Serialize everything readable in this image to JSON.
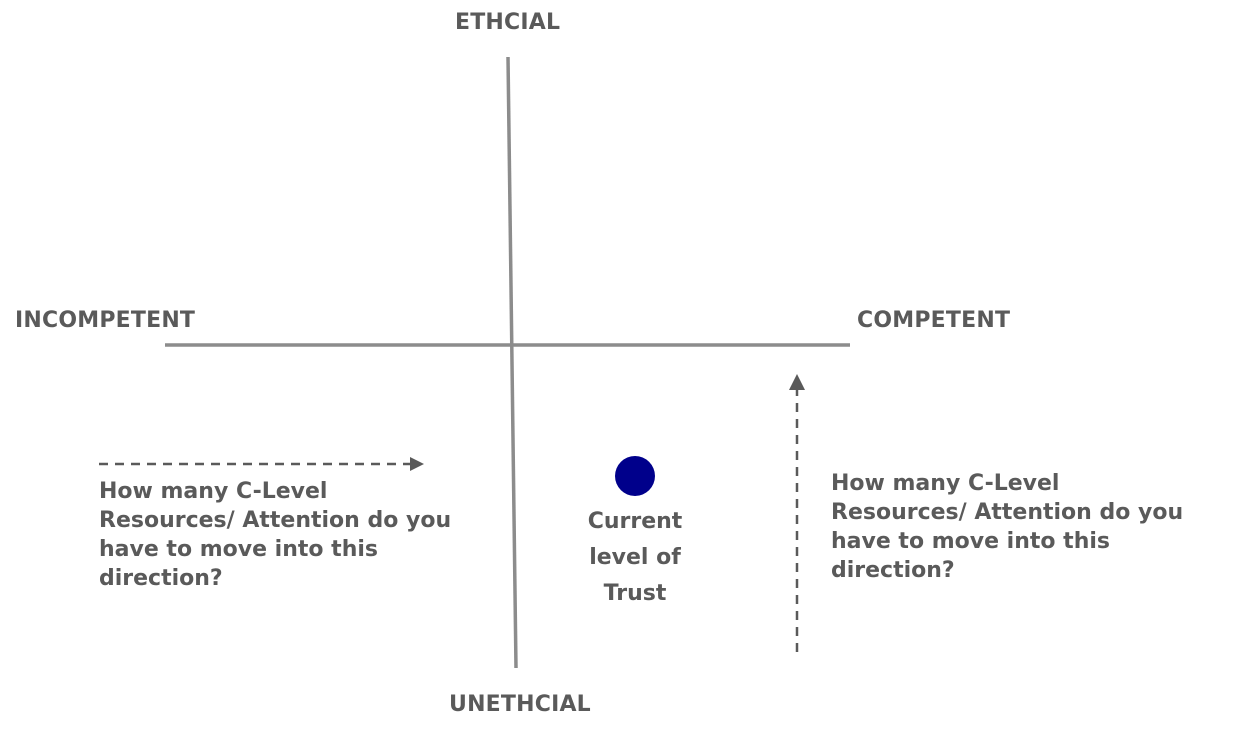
{
  "axes": {
    "top_label": "ETHCIAL",
    "bottom_label": "UNETHCIAL",
    "left_label": "INCOMPETENT",
    "right_label": "COMPETENT"
  },
  "left_question": {
    "line1": "How many C-Level",
    "line2": "Resources/ Attention do you",
    "line3": "have to move into this direction?",
    "arrow_direction": "right"
  },
  "right_question": {
    "line1": "How many C-Level",
    "line2": "Resources/ Attention do you",
    "line3": "have to move into this direction?",
    "arrow_direction": "up"
  },
  "trust_marker": {
    "line1": "Current",
    "line2": "level of",
    "line3": "Trust"
  },
  "colors": {
    "axis": "#8c8c8c",
    "text": "#5a5a5a",
    "arrow": "#5a5a5a",
    "marker": "#00008b"
  }
}
